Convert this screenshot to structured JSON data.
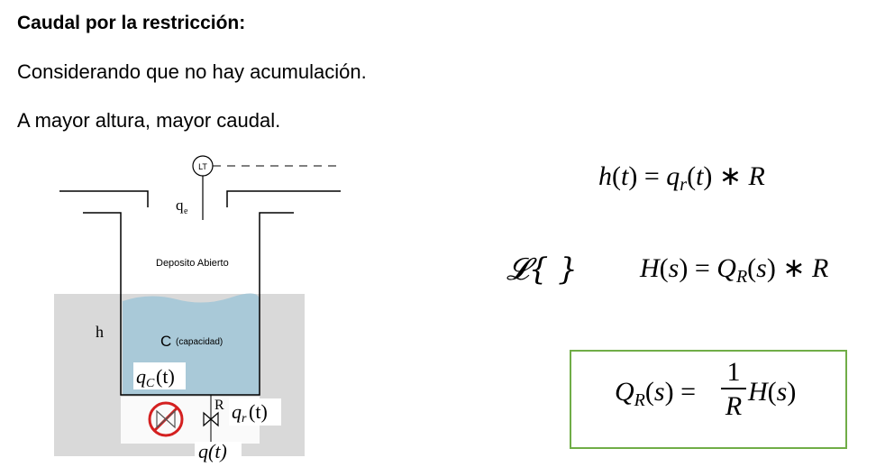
{
  "document": {
    "title": "Caudal por la restricción:",
    "line1": "Considerando que no hay acumulación.",
    "line2": "A mayor altura, mayor caudal."
  },
  "equations": {
    "eq1": "h(t) = q_r(t) ∗ R",
    "laplace": "𝓛{ }",
    "eq2": "H(s) = Q_R(s) ∗ R",
    "eq3": "Q_R(s) = 1/R H(s)"
  },
  "diagram": {
    "transmitter": "LT",
    "inflow": "q",
    "inflow_sub": "e",
    "tank_label": "Deposito Abierto",
    "level": "h",
    "capacity": "C",
    "capacity_note": "(capacidad)",
    "restriction": "R",
    "qc": "q",
    "qc_sub": "C",
    "qc_arg": "(t)",
    "qr": "q",
    "qr_sub": "r",
    "qr_arg": "(t)",
    "qout": "q(t)"
  },
  "colors": {
    "water": "#a9c9d8",
    "background_shade": "#d9d9d9",
    "box_border": "#70ad47",
    "blocked_valve": "#d42020"
  }
}
